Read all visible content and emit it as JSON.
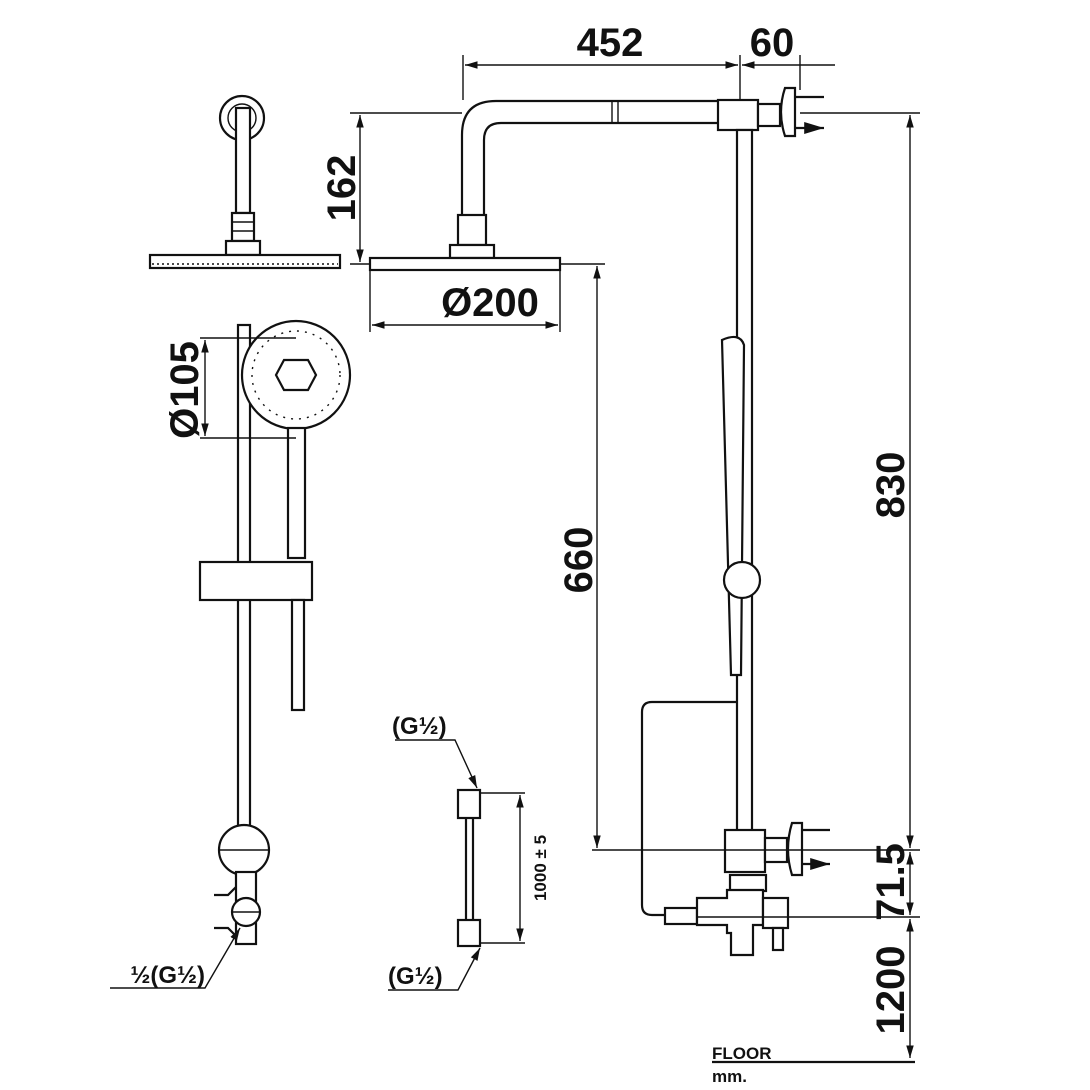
{
  "title": "Shower column dimension drawing",
  "dimensions": {
    "arm_length": "452",
    "wall_offset": "60",
    "head_height": "162",
    "head_diameter": "Ø200",
    "hand_shower_diameter": "Ø105",
    "rail_height": "660",
    "total_height": "830",
    "valve_offset": "71.5",
    "floor_height": "1200",
    "hose_length": "1000 ± 5"
  },
  "threads": {
    "left_valve": "½(G½)",
    "hose_top": "(G½)",
    "hose_bottom": "(G½)"
  },
  "floor_label": "FLOOR",
  "units_label": "mm."
}
